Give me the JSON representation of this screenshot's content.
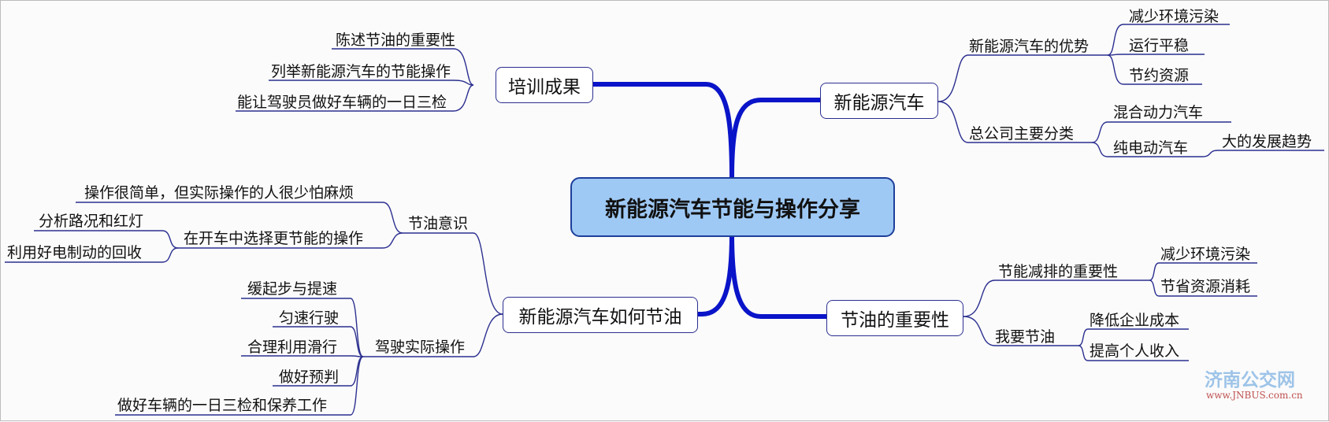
{
  "center": "新能源汽车节能与操作分享",
  "branches": {
    "new_energy": {
      "title": "新能源汽车",
      "advantages": {
        "label": "新能源汽车的优势",
        "items": [
          "减少环境污染",
          "运行平稳",
          "节约资源"
        ]
      },
      "categories": {
        "label": "总公司主要分类",
        "hybrid": "混合动力汽车",
        "electric": "纯电动汽车",
        "trend": "大的发展趋势"
      }
    },
    "importance": {
      "title": "节油的重要性",
      "energy_saving": {
        "label": "节能减排的重要性",
        "items": [
          "减少环境污染",
          "节省资源消耗"
        ]
      },
      "i_save": {
        "label": "我要节油",
        "items": [
          "降低企业成本",
          "提高个人收入"
        ]
      }
    },
    "training": {
      "title": "培训成果",
      "items": [
        "陈述节油的重要性",
        "列举新能源汽车的节能操作",
        "能让驾驶员做好车辆的一日三检"
      ]
    },
    "how_to_save": {
      "title": "新能源汽车如何节油",
      "awareness": {
        "label": "节油意识",
        "simple": "操作很简单，但实际操作的人很少怕麻烦",
        "choose": {
          "label": "在开车中选择更节能的操作",
          "items": [
            "分析路况和红灯",
            "利用好电制动的回收"
          ]
        }
      },
      "driving": {
        "label": "驾驶实际操作",
        "items": [
          "缓起步与提速",
          "匀速行驶",
          "合理利用滑行",
          "做好预判",
          "做好车辆的一日三检和保养工作"
        ]
      }
    }
  },
  "watermark": {
    "name": "济南公交网",
    "url": "www.JNBUS.com.cn"
  },
  "colors": {
    "line": "#2b2f8f",
    "main_line": "#0a14c8",
    "center_fill": "#9fc9f5"
  }
}
